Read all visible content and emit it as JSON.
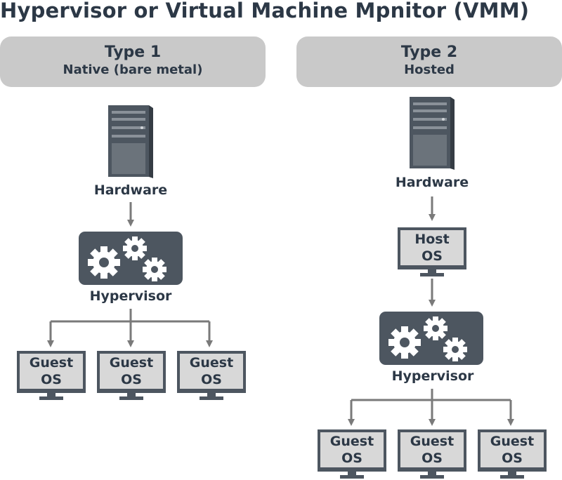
{
  "title": "Hypervisor or Virtual Machine Mpnitor (VMM)",
  "type1": {
    "heading": "Type 1",
    "subheading": "Native (bare metal)",
    "hardware_label": "Hardware",
    "hypervisor_label": "Hypervisor",
    "guests": [
      {
        "line1": "Guest",
        "line2": "OS"
      },
      {
        "line1": "Guest",
        "line2": "OS"
      },
      {
        "line1": "Guest",
        "line2": "OS"
      }
    ]
  },
  "type2": {
    "heading": "Type 2",
    "subheading": "Hosted",
    "hardware_label": "Hardware",
    "host_os": {
      "line1": "Host",
      "line2": "OS"
    },
    "hypervisor_label": "Hypervisor",
    "guests": [
      {
        "line1": "Guest",
        "line2": "OS"
      },
      {
        "line1": "Guest",
        "line2": "OS"
      },
      {
        "line1": "Guest",
        "line2": "OS"
      }
    ]
  },
  "colors": {
    "text": "#2c3846",
    "banner": "#c9c9c9",
    "device_dark": "#4d5660",
    "device_mid": "#6b737b",
    "screen": "#d8d8d8",
    "arrow": "#7a7a7a"
  },
  "icons": {
    "hardware": "server-tower-icon",
    "hypervisor": "gears-icon",
    "os": "monitor-icon"
  }
}
